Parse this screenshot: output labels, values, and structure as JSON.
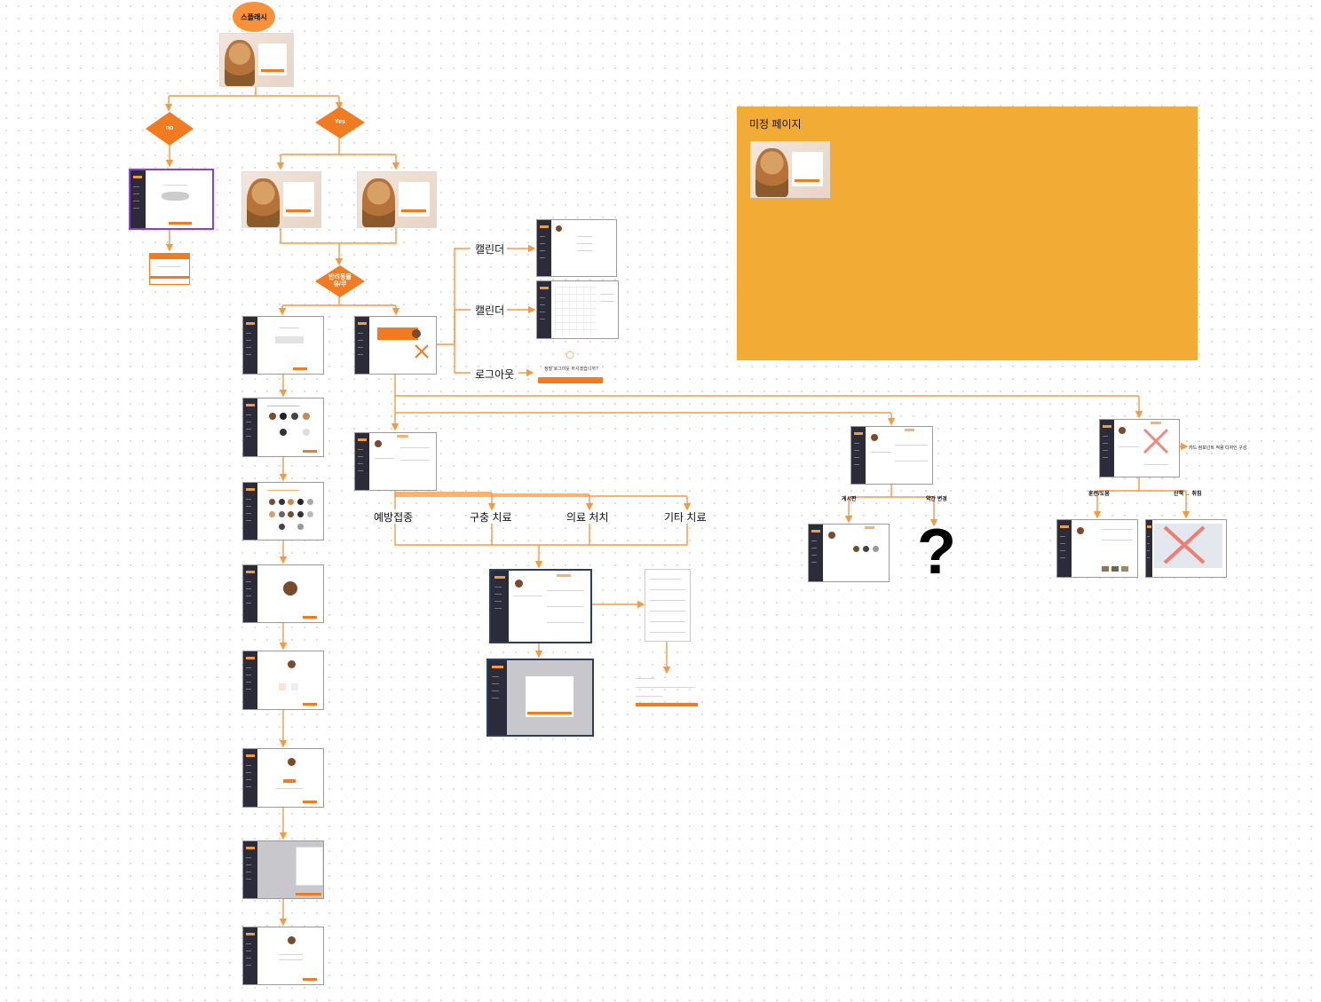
{
  "start": {
    "label": "스플래시"
  },
  "decisions": {
    "no": "no",
    "yes": "Yes",
    "pet_reg_line1": "반려동물",
    "pet_reg_line2": "유/무"
  },
  "branches": {
    "calendar_1": "캘린더",
    "calendar_2": "캘린더",
    "logout": "로그아웃",
    "vaccination": "예방접종",
    "deworming": "구충 치료",
    "medical": "의료 처치",
    "other": "기타 치료",
    "posts": "게시판",
    "question_branch": "약간 변경",
    "training": "훈련/도움",
    "walk_etc": "산책 → 취침"
  },
  "logout_dialog": {
    "message": "정말 로그아웃 하시겠습니까?"
  },
  "card_note": "카드 컴포넌트 적용 디자인 구성",
  "pending_panel": {
    "title": "미정 페이지",
    "color": "#f2ab34"
  },
  "question": "?",
  "colors": {
    "accent": "#f07b20",
    "connector": "#f59a3e",
    "sidebar": "#2b2b3a",
    "highlight": "#8b3fd9"
  }
}
